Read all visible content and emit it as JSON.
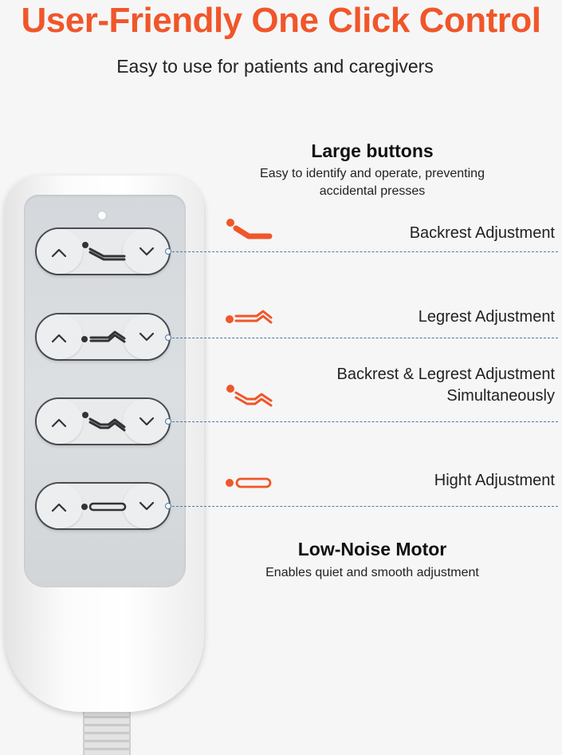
{
  "header": {
    "title": "User-Friendly One Click Control",
    "subtitle": "Easy to use for patients and caregivers"
  },
  "features": {
    "buttons": {
      "title": "Large buttons",
      "description_line1": "Easy to identify and operate, preventing",
      "description_line2": "accidental presses"
    },
    "motor": {
      "title": "Low-Noise Motor",
      "description": "Enables quiet and smooth adjustment"
    }
  },
  "adjustments": [
    {
      "label": "Backrest Adjustment",
      "icon": "backrest-icon"
    },
    {
      "label": "Legrest Adjustment",
      "icon": "legrest-icon"
    },
    {
      "label_line1": "Backrest & Legrest Adjustment",
      "label_line2": "Simultaneously",
      "icon": "backrest-legrest-icon"
    },
    {
      "label": "Hight Adjustment",
      "icon": "height-icon"
    }
  ],
  "colors": {
    "accent": "#f0562a",
    "leader_line": "#4f79a8",
    "button_outline": "#4a4d52"
  }
}
